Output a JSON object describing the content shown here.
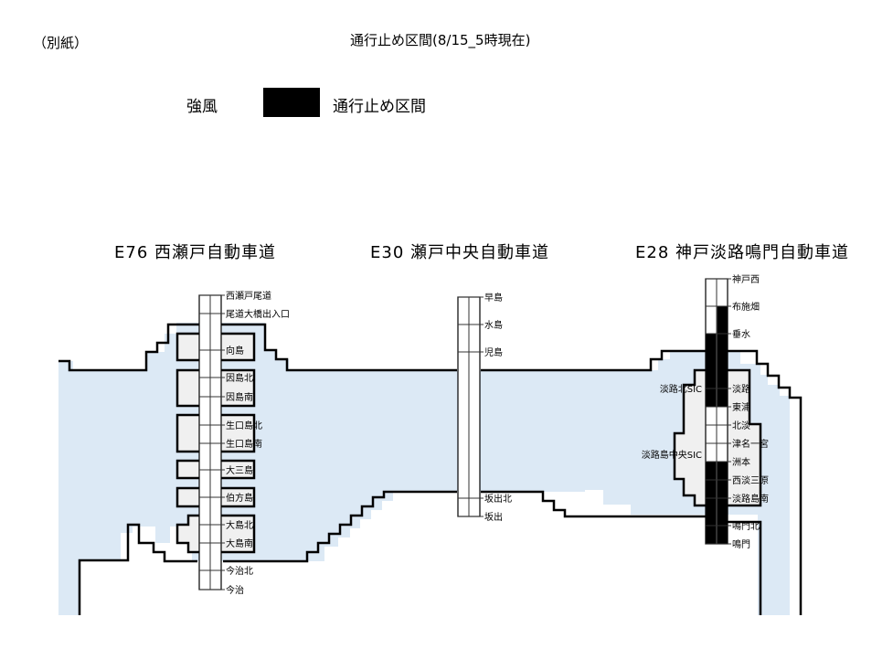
{
  "header": {
    "attachment_label": "（別紙）",
    "title": "通行止め区間(8/15_5時現在)"
  },
  "legend": {
    "cause_label": "強風",
    "swatch_color": "#000000",
    "description": "通行止め区間"
  },
  "colors": {
    "sea": "#dce9f5",
    "island": "#f0f0f0",
    "land": "#ffffff",
    "closed": "#000000",
    "open": "#ffffff"
  },
  "roads": [
    {
      "code": "E76",
      "name": "西瀬戸自動車道",
      "title": "E76  西瀬戸自動車道",
      "interchanges": [
        {
          "name": "西瀬戸尾道"
        },
        {
          "name": "尾道大橋出入口"
        },
        {
          "name": "向島"
        },
        {
          "name": "因島北"
        },
        {
          "name": "因島南"
        },
        {
          "name": "生口島北"
        },
        {
          "name": "生口島南"
        },
        {
          "name": "大三島"
        },
        {
          "name": "伯方島"
        },
        {
          "name": "大島北"
        },
        {
          "name": "大島南"
        },
        {
          "name": "今治北"
        },
        {
          "name": "今治"
        }
      ],
      "closures": []
    },
    {
      "code": "E30",
      "name": "瀬戸中央自動車道",
      "title": "E30  瀬戸中央自動車道",
      "interchanges": [
        {
          "name": "早島"
        },
        {
          "name": "水島"
        },
        {
          "name": "児島"
        },
        {
          "name": "坂出北"
        },
        {
          "name": "坂出"
        }
      ],
      "closures": []
    },
    {
      "code": "E28",
      "name": "神戸淡路鳴門自動車道",
      "title": "E28  神戸淡路鳴門自動車道",
      "interchanges": [
        {
          "name": "神戸西"
        },
        {
          "name": "布施畑"
        },
        {
          "name": "垂水"
        },
        {
          "name": "淡路"
        },
        {
          "name": "東浦"
        },
        {
          "name": "北淡"
        },
        {
          "name": "津名一宮"
        },
        {
          "name": "洲本"
        },
        {
          "name": "西淡三原"
        },
        {
          "name": "淡路島南"
        },
        {
          "name": "鳴門北"
        },
        {
          "name": "鳴門"
        }
      ],
      "side_labels": [
        {
          "name": "淡路北SIC"
        },
        {
          "name": "淡路島中央SIC"
        }
      ],
      "closures": [
        {
          "direction": "southbound (right lane)",
          "from": "布施畑",
          "to": "東浦"
        },
        {
          "direction": "northbound (left lane)",
          "from": "垂水",
          "to": "東浦"
        },
        {
          "direction": "both",
          "from": "洲本",
          "to": "鳴門"
        }
      ]
    }
  ]
}
